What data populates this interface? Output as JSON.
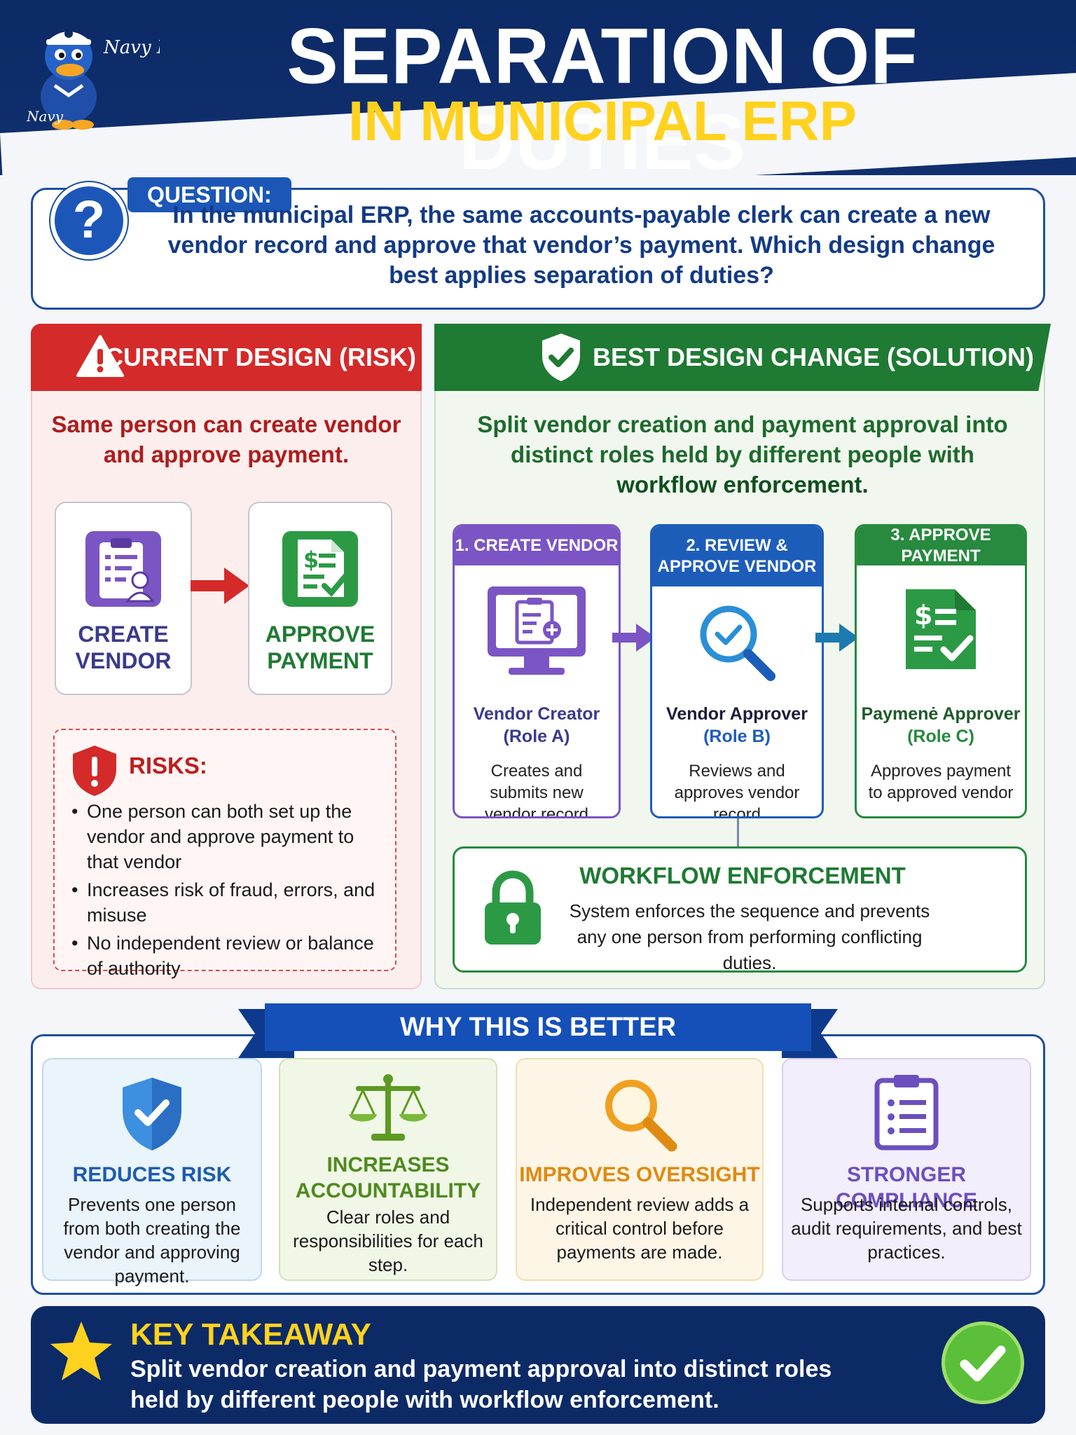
{
  "header": {
    "title_line1": "SEPARATION OF DUTIES",
    "title_line2": "IN MUNICIPAL ERP",
    "logo_text": "Navy Duck",
    "logo_sub": "Navy"
  },
  "question": {
    "label": "QUESTION:",
    "icon": "?",
    "text": "In the municipal ERP, the same accounts-payable clerk can create a new vendor record and approve that vendor’s payment. Which design change best applies separation of duties?"
  },
  "current_design": {
    "title": "CURRENT DESIGN (RISK)",
    "subtitle": "Same person can create vendor and approve payment.",
    "cards": [
      {
        "label": "CREATE VENDOR",
        "icon": "clipboard-user-icon"
      },
      {
        "label": "APPROVE PAYMENT",
        "icon": "payment-document-icon"
      }
    ],
    "risks_title": "RISKS:",
    "risks": [
      "One person can both set up the vendor and approve payment to that vendor",
      "Increases risk of fraud, errors, and misuse",
      "No independent review or balance of authority"
    ]
  },
  "solution": {
    "title": "BEST DESIGN CHANGE (SOLUTION)",
    "subtitle_plain1": "Split vendor creation and payment approval into distinct roles held by different people with ",
    "subtitle_strong": "workflow enforcement.",
    "roles": [
      {
        "step": "1. CREATE VENDOR",
        "name": "Vendor Creator",
        "tag": "(Role A)",
        "desc": "Creates and submits new vendor record",
        "icon": "monitor-clipboard-icon"
      },
      {
        "step": "2. REVIEW & APPROVE VENDOR",
        "name": "Vendor Approver",
        "tag": "(Role B)",
        "desc": "Reviews and approves vendor record",
        "icon": "magnifier-check-icon"
      },
      {
        "step": "3. APPROVE PAYMENT",
        "name": "Paymenė Approver",
        "tag": "(Role C)",
        "desc": "Approves payment to approved vendor",
        "icon": "payment-document-icon"
      }
    ],
    "workflow_title": "WORKFLOW ENFORCEMENT",
    "workflow_text": "System enforces the sequence and prevents any one person from performing conflicting duties."
  },
  "why_better": {
    "title": "WHY THIS IS BETTER",
    "items": [
      {
        "title": "REDUCES RISK",
        "text": "Prevents one person from both creating the vendor and approving payment.",
        "icon": "shield-check-icon",
        "color": "#1c5bb0"
      },
      {
        "title": "INCREASES ACCOUNTABILITY",
        "text": "Clear roles and responsibilities for each step.",
        "icon": "scales-icon",
        "color": "#4e8a1f"
      },
      {
        "title": "IMPROVES OVERSIGHT",
        "text": "Independent review adds a critical control before payments are made.",
        "icon": "magnifier-icon",
        "color": "#e08a10"
      },
      {
        "title": "STRONGER COMPLIANCE",
        "text": "Supports internal controls, audit requirements, and best practices.",
        "icon": "clipboard-list-icon",
        "color": "#6b4fbf"
      }
    ]
  },
  "takeaway": {
    "title": "KEY TAKEAWAY",
    "text": "Split vendor creation and payment approval into distinct roles held by different people with workflow enforcement."
  },
  "colors": {
    "navy": "#0b2a66",
    "risk_red": "#d42a2a",
    "solution_green": "#1f7a33",
    "role_purple": "#7b55c4",
    "role_blue": "#1d5dba",
    "accent_yellow": "#ffd21f"
  }
}
